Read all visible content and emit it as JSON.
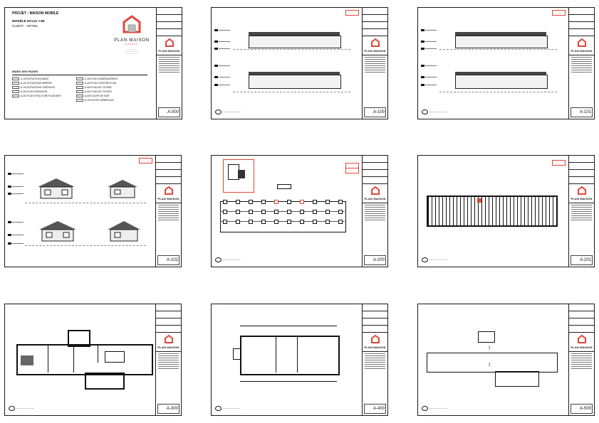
{
  "cover": {
    "project": "PROJET : MAISON MOBILE",
    "model": "MODÈLE 64'x14' #1B",
    "client": "CLIENT : OPTIEL",
    "brand": "PLAN MAISON",
    "brand_sub": "QUÉBEC",
    "index_title": "INDEX DES PAGES",
    "index_left": [
      "A-100 ÉLÉVATIONS AVANT",
      "A-101 ÉLÉVATIONS ARRIÈRE",
      "A-102 ÉLÉVATIONS LATÉRALES",
      "A-200 PLAN FONDATION",
      "A-201 PLAN STRUCTURE PLANCHER"
    ],
    "index_right": [
      "A-300 PLAN D'AMÉNAGEMENT",
      "A-400 PLAN CONSTRUCTION",
      "A-500 PLAN DE TOITURE",
      "A-501 PLAN DE TOITURE",
      "A-600 COUPE DE MUR",
      "A-700 NOTES GÉNÉRALES"
    ]
  },
  "sheets": [
    {
      "number": "A-000"
    },
    {
      "number": "A-100"
    },
    {
      "number": "A-101"
    },
    {
      "number": "A-102"
    },
    {
      "number": "A-200"
    },
    {
      "number": "A-201"
    },
    {
      "number": "A-300"
    },
    {
      "number": "A-400"
    },
    {
      "number": "A-500"
    }
  ],
  "titleblock": {
    "logo_text": "PLAN MAISON"
  },
  "colors": {
    "accent": "#e0463a",
    "line": "#1a1a1a"
  }
}
